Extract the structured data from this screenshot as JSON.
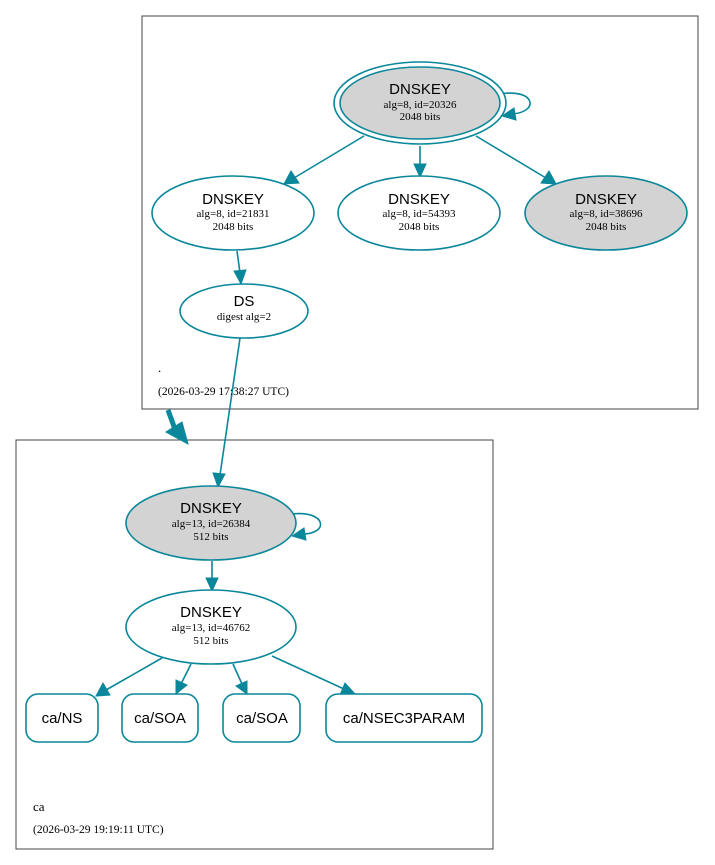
{
  "colors": {
    "edge": "#0a879a",
    "node_gray": "#d3d3d3",
    "node_white": "#ffffff",
    "zone_border": "#444444"
  },
  "zones": {
    "root": {
      "name": ".",
      "timestamp": "(2026-03-29 17:38:27 UTC)"
    },
    "ca": {
      "name": "ca",
      "timestamp": "(2026-03-29 19:19:11 UTC)"
    }
  },
  "nodes": {
    "root_ksk": {
      "title": "DNSKEY",
      "line1": "alg=8, id=20326",
      "line2": "2048 bits"
    },
    "root_zsk1": {
      "title": "DNSKEY",
      "line1": "alg=8, id=21831",
      "line2": "2048 bits"
    },
    "root_zsk2": {
      "title": "DNSKEY",
      "line1": "alg=8, id=54393",
      "line2": "2048 bits"
    },
    "root_ksk2": {
      "title": "DNSKEY",
      "line1": "alg=8, id=38696",
      "line2": "2048 bits"
    },
    "ds": {
      "title": "DS",
      "line1": "digest alg=2"
    },
    "ca_ksk": {
      "title": "DNSKEY",
      "line1": "alg=13, id=26384",
      "line2": "512 bits"
    },
    "ca_zsk": {
      "title": "DNSKEY",
      "line1": "alg=13, id=46762",
      "line2": "512 bits"
    }
  },
  "rrsets": [
    "ca/NS",
    "ca/SOA",
    "ca/SOA",
    "ca/NSEC3PARAM"
  ]
}
